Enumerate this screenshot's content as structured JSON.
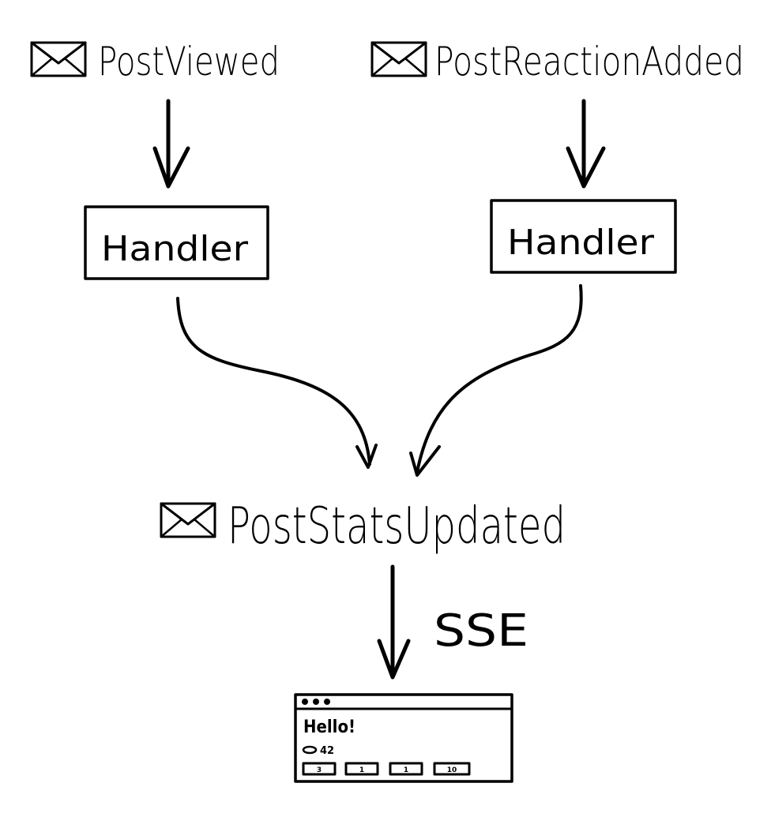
{
  "events": {
    "post_viewed": "PostViewed",
    "post_reaction_added": "PostReactionAdded",
    "post_stats_updated": "PostStatsUpdated"
  },
  "handlers": {
    "left": "Handler",
    "right": "Handler"
  },
  "transport": {
    "label": "SSE"
  },
  "browser": {
    "greeting": "Hello!",
    "view_count": "42",
    "buttons": [
      "3",
      "1",
      "1",
      "10"
    ]
  },
  "icons": {
    "event": "envelope-icon",
    "views": "eye-icon",
    "browser_dots": "window-controls-icon"
  },
  "colors": {
    "ink": "#000000",
    "paper": "#ffffff"
  }
}
